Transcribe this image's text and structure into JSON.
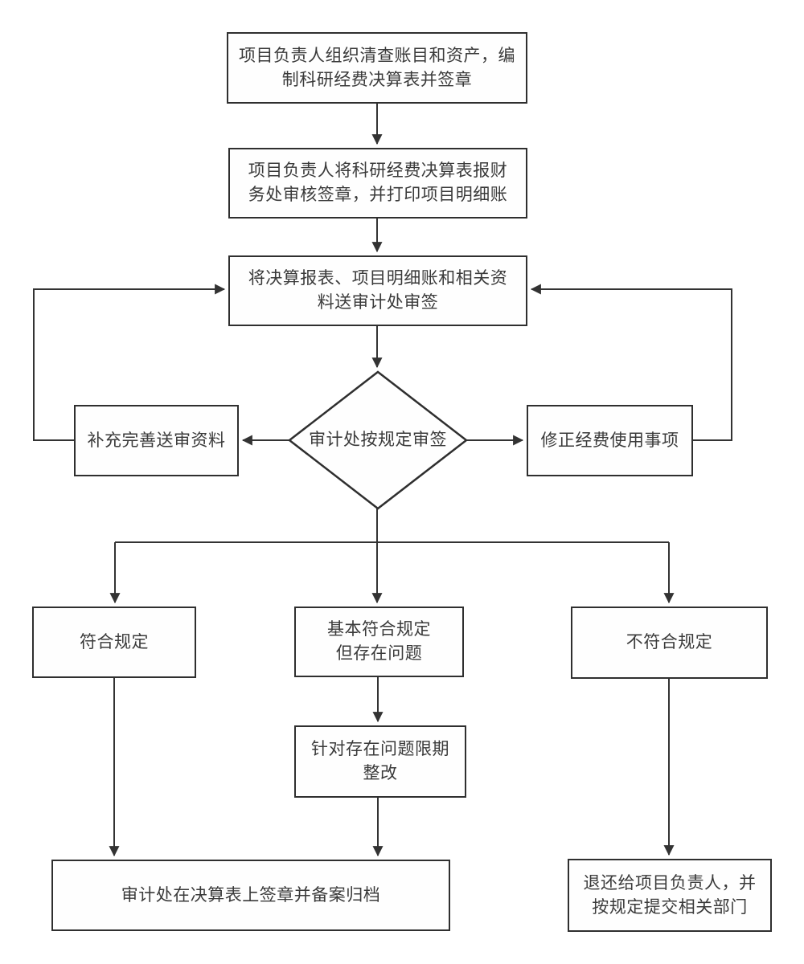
{
  "diagram": {
    "type": "flowchart",
    "language": "zh-CN",
    "palette": {
      "background": "#ffffff",
      "line_color": "#333333",
      "box_border_color": "#2f2f2f",
      "box_fill": "#fefefe",
      "text_color": "#3a3a3a"
    },
    "nodes": {
      "prepare": {
        "shape": "rect",
        "lines": [
          "项目负责人组织清查账目和资产，编",
          "制科研经费决算表并签章"
        ]
      },
      "finance": {
        "shape": "rect",
        "lines": [
          "项目负责人将科研经费决算表报财",
          "务处审核签章，并打印项目明细账"
        ]
      },
      "submit": {
        "shape": "rect",
        "lines": [
          "将决算报表、项目明细账和相关资",
          "料送审计处审签"
        ]
      },
      "decision": {
        "shape": "diamond",
        "lines": [
          "审计处按规定审签"
        ]
      },
      "supplement": {
        "shape": "rect",
        "lines": [
          "补充完善送审资料"
        ]
      },
      "correct": {
        "shape": "rect",
        "lines": [
          "修正经费使用事项"
        ]
      },
      "compliant": {
        "shape": "rect",
        "lines": [
          "符合规定"
        ]
      },
      "partial": {
        "shape": "rect",
        "lines": [
          "基本符合规定",
          "但存在问题"
        ]
      },
      "noncompliant": {
        "shape": "rect",
        "lines": [
          "不符合规定"
        ]
      },
      "rectify": {
        "shape": "rect",
        "lines": [
          "针对存在问题限期",
          "整改"
        ]
      },
      "archive": {
        "shape": "rect",
        "lines": [
          "审计处在决算表上签章并备案归档"
        ]
      },
      "return_to_pi": {
        "shape": "rect",
        "lines": [
          "退还给项目负责人，并",
          "按规定提交相关部门"
        ]
      }
    },
    "edges": [
      {
        "from": "prepare",
        "to": "finance"
      },
      {
        "from": "finance",
        "to": "submit"
      },
      {
        "from": "submit",
        "to": "decision"
      },
      {
        "from": "decision",
        "to": "supplement"
      },
      {
        "from": "decision",
        "to": "correct"
      },
      {
        "from": "supplement",
        "to": "submit",
        "note": "loop-back-left"
      },
      {
        "from": "correct",
        "to": "submit",
        "note": "loop-back-right"
      },
      {
        "from": "decision",
        "to": "compliant"
      },
      {
        "from": "decision",
        "to": "partial"
      },
      {
        "from": "decision",
        "to": "noncompliant"
      },
      {
        "from": "partial",
        "to": "rectify"
      },
      {
        "from": "compliant",
        "to": "archive"
      },
      {
        "from": "rectify",
        "to": "archive"
      },
      {
        "from": "noncompliant",
        "to": "return_to_pi"
      }
    ]
  }
}
